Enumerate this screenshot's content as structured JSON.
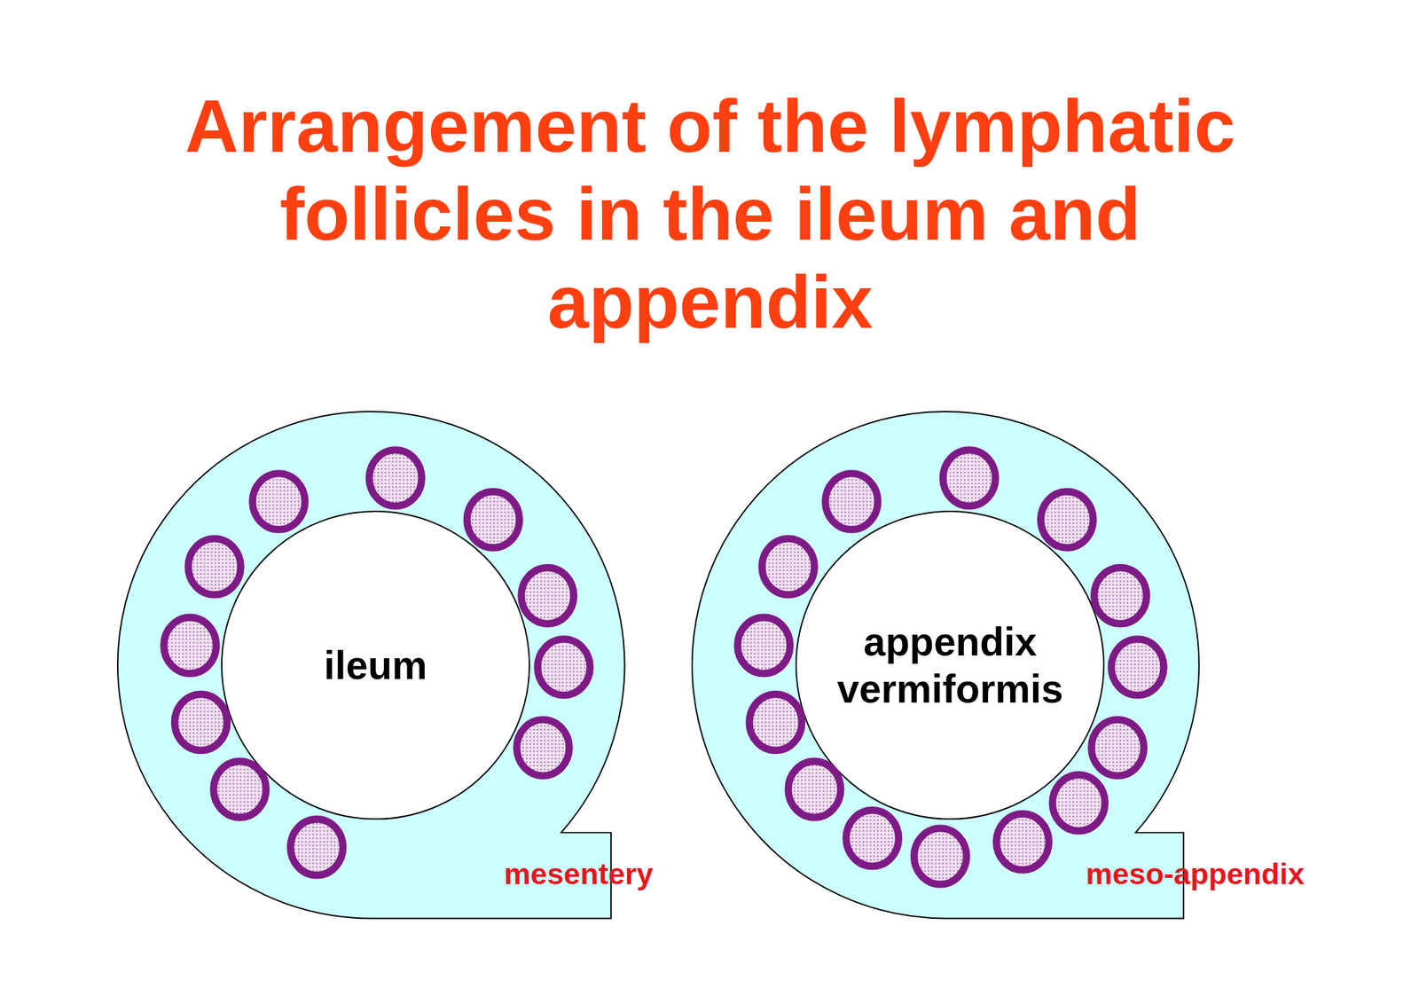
{
  "diagram": {
    "title": "Arrangement of the lymphatic follicles in the ileum and appendix",
    "nodes": [
      {
        "text": [
          "mesentery"
        ]
      },
      {
        "text": [
          "ileum"
        ],
        "in": 0
      },
      {
        "text": [
          "meso-appendix"
        ]
      },
      {
        "text": [
          "appendix vermiformis"
        ],
        "in": 2
      }
    ]
  }
}
